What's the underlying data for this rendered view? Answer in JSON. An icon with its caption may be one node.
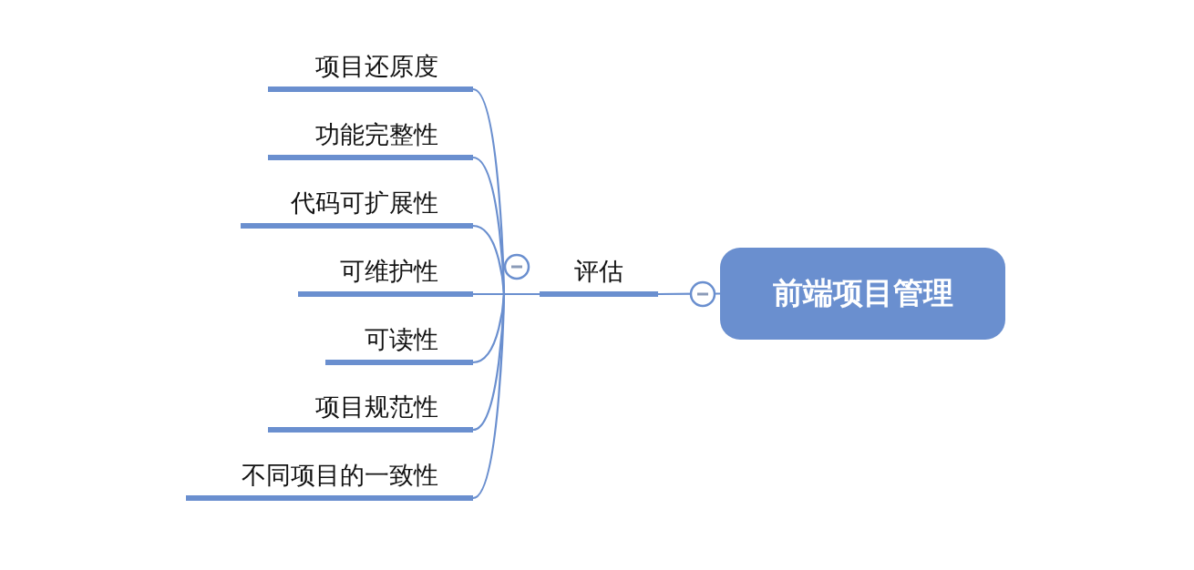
{
  "diagram": {
    "nodes": [
      {
        "text": [
          "前端项目管理"
        ]
      },
      {
        "text": [
          "评估"
        ]
      },
      {
        "text": [
          "项目还原度"
        ]
      },
      {
        "text": [
          "功能完整性"
        ]
      },
      {
        "text": [
          "代码可扩展性"
        ]
      },
      {
        "text": [
          "可维护性"
        ]
      },
      {
        "text": [
          "可读性"
        ]
      },
      {
        "text": [
          "项目规范性"
        ]
      },
      {
        "text": [
          "不同项目的一致性"
        ]
      }
    ],
    "edges": [
      {
        "from": 0,
        "to": 1,
        "arrow": "none"
      },
      {
        "from": 1,
        "to": 2,
        "arrow": "none"
      },
      {
        "from": 1,
        "to": 3,
        "arrow": "none"
      },
      {
        "from": 1,
        "to": 4,
        "arrow": "none"
      },
      {
        "from": 1,
        "to": 5,
        "arrow": "none"
      },
      {
        "from": 1,
        "to": 6,
        "arrow": "none"
      },
      {
        "from": 1,
        "to": 7,
        "arrow": "none"
      },
      {
        "from": 1,
        "to": 8,
        "arrow": "none"
      }
    ]
  }
}
